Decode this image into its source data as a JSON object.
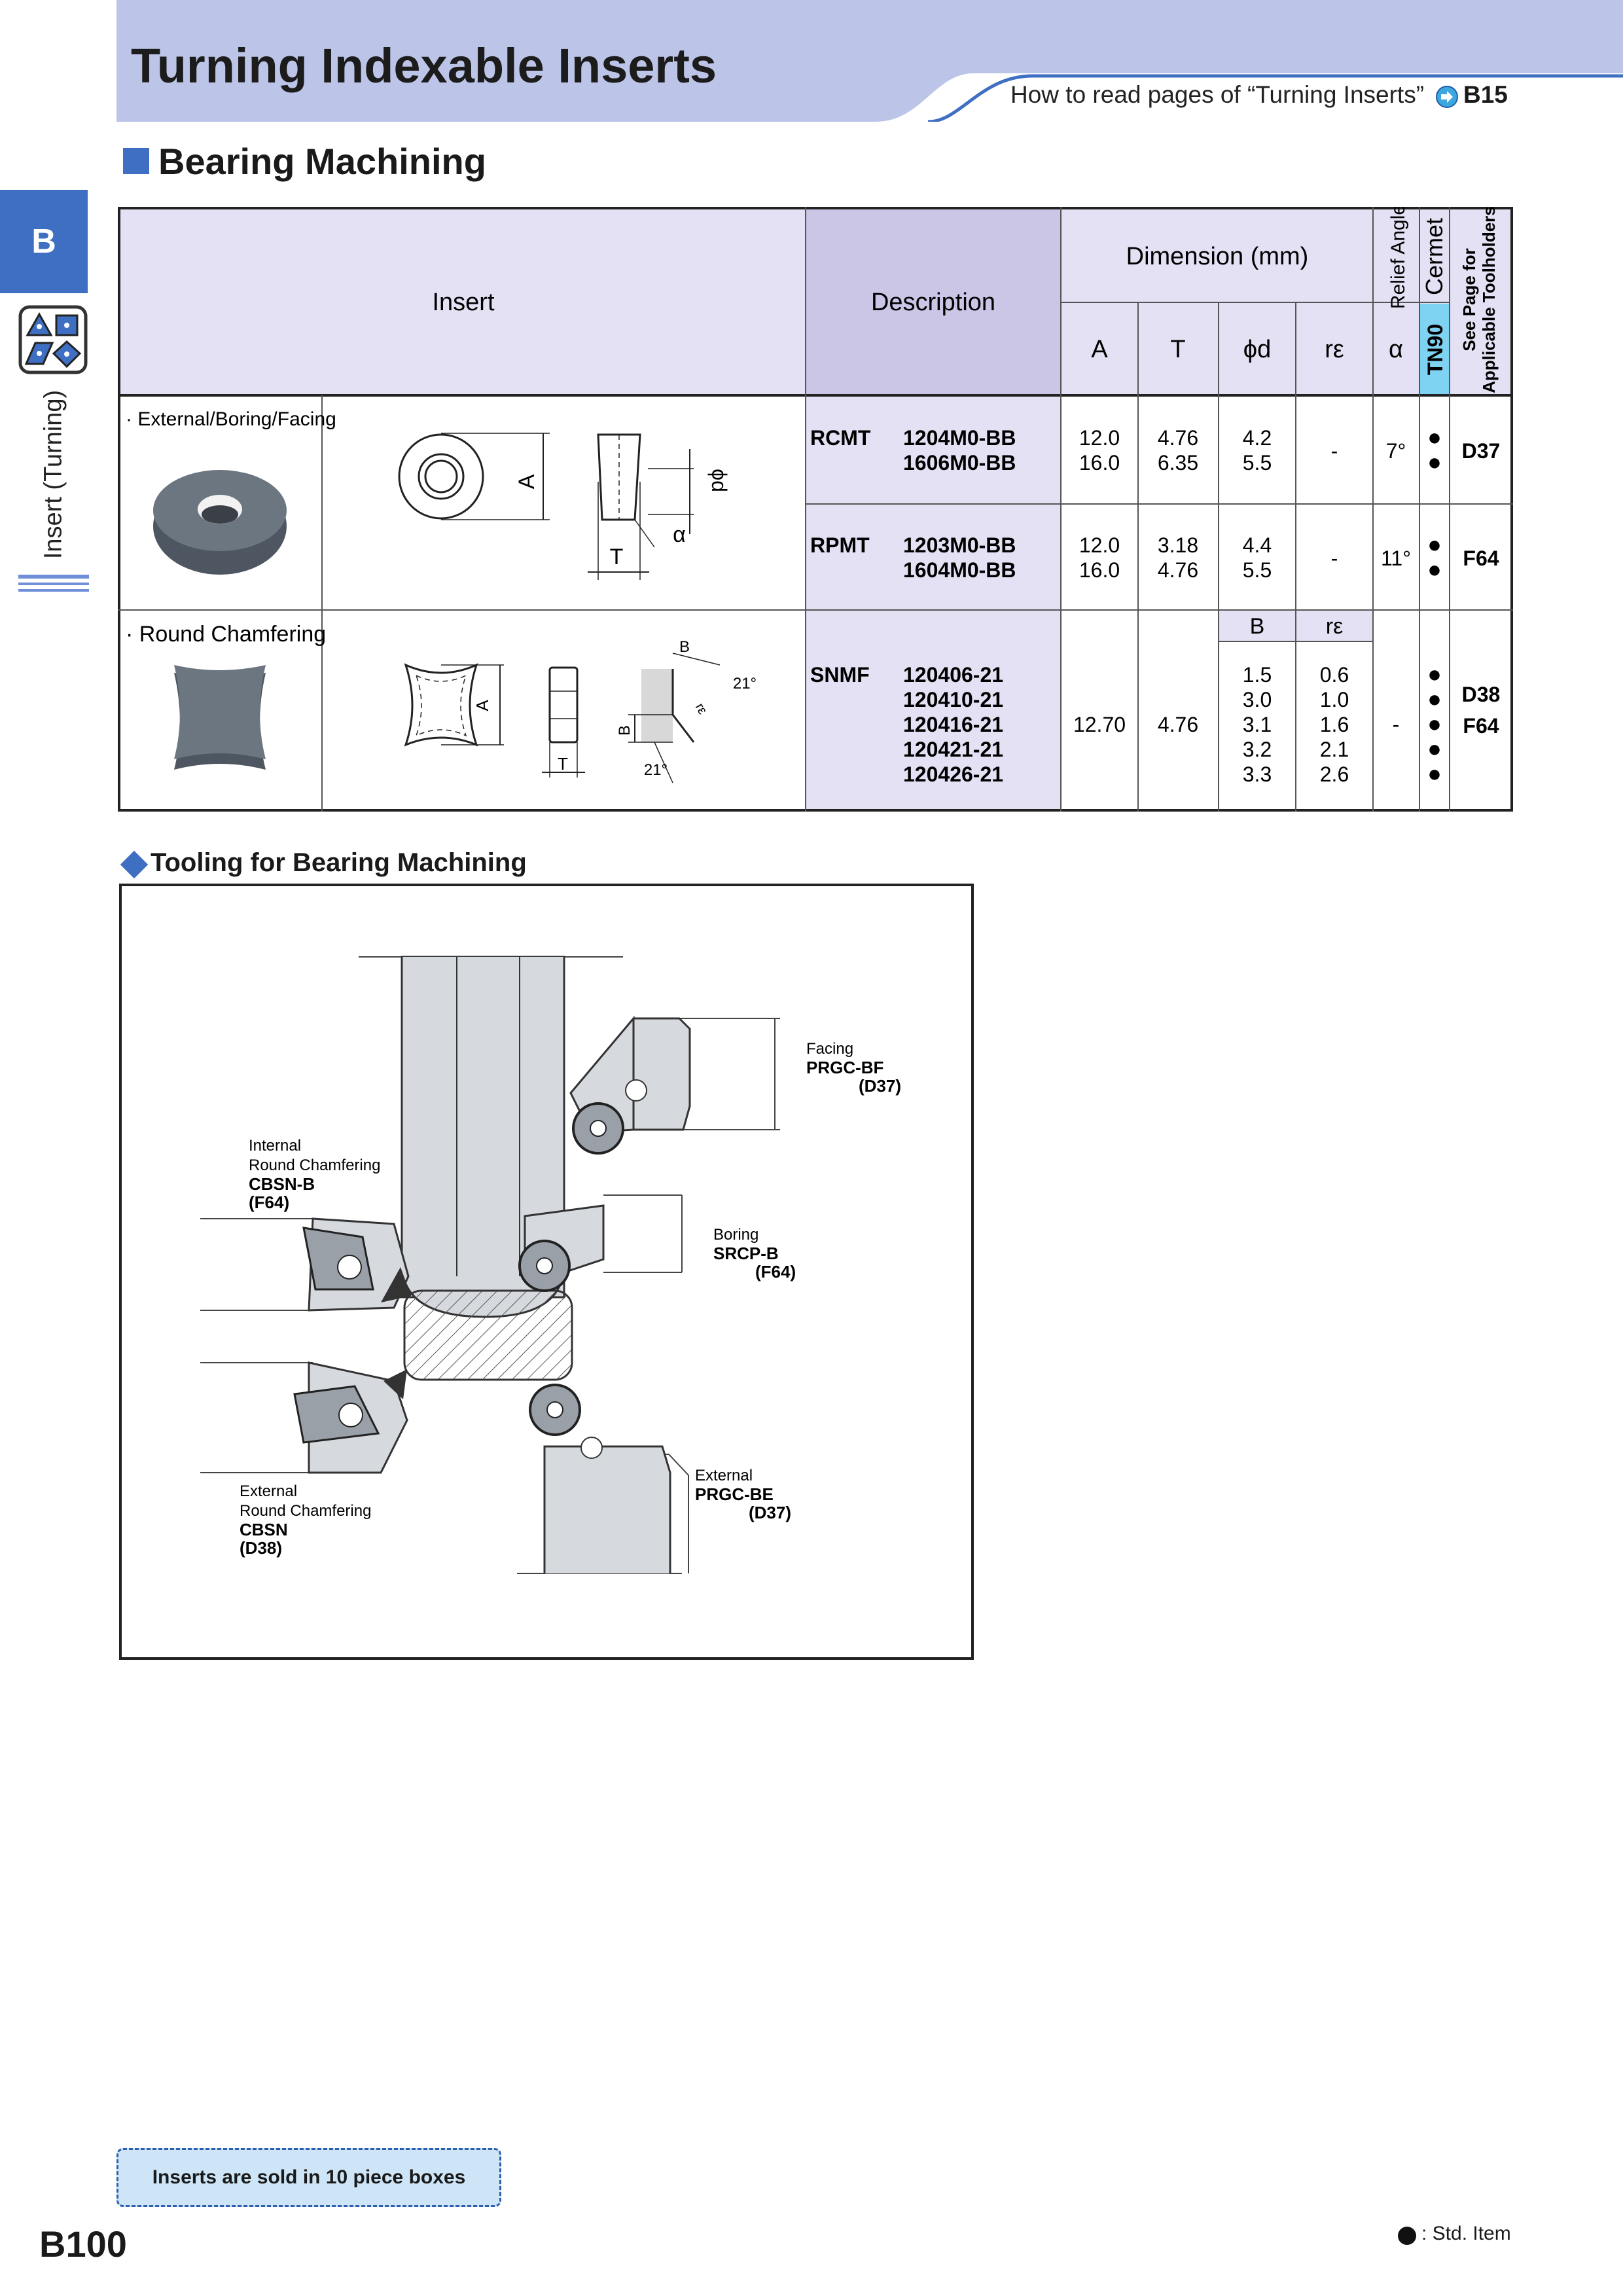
{
  "header": {
    "title": "Turning Indexable Inserts",
    "howto_text": "How to read pages of “Turning Inserts”",
    "howto_ref": "B15"
  },
  "section": {
    "title": "Bearing Machining"
  },
  "tab": {
    "letter": "B",
    "vertical_label": "Insert (Turning)"
  },
  "colors": {
    "accent": "#3f6fc2",
    "header_band": "#bcc5e8",
    "table_header": "#e3e1f3",
    "desc_header": "#cbc5e6",
    "tn90": "#7fd3f2"
  },
  "table": {
    "headers": {
      "insert": "Insert",
      "description": "Description",
      "dimension": "Dimension (mm)",
      "A": "A",
      "T": "T",
      "d": "ϕd",
      "re": "rε",
      "alpha": "α",
      "relief": "Relief Angle",
      "cermet": "Cermet",
      "grade": "TN90",
      "see_page_1": "See Page for",
      "see_page_2": "Applicable Toolholders",
      "B": "B",
      "re2": "rε"
    },
    "groups": [
      {
        "label": "External/Boring/Facing"
      },
      {
        "label": "Round Chamfering"
      }
    ],
    "rows": [
      {
        "series": "RCMT",
        "codes": [
          "1204M0-BB",
          "1606M0-BB"
        ],
        "A": [
          "12.0",
          "16.0"
        ],
        "T": [
          "4.76",
          "6.35"
        ],
        "d": [
          "4.2",
          "5.5"
        ],
        "re": "-",
        "alpha": "7°",
        "stock": [
          "●",
          "●"
        ],
        "page": "D37"
      },
      {
        "series": "RPMT",
        "codes": [
          "1203M0-BB",
          "1604M0-BB"
        ],
        "A": [
          "12.0",
          "16.0"
        ],
        "T": [
          "3.18",
          "4.76"
        ],
        "d": [
          "4.4",
          "5.5"
        ],
        "re": "-",
        "alpha": "11°",
        "stock": [
          "●",
          "●"
        ],
        "page": "F64"
      },
      {
        "series": "SNMF",
        "codes": [
          "120406-21",
          "120410-21",
          "120416-21",
          "120421-21",
          "120426-21"
        ],
        "A": "12.70",
        "T": "4.76",
        "B": [
          "1.5",
          "3.0",
          "3.1",
          "3.2",
          "3.3"
        ],
        "re": [
          "0.6",
          "1.0",
          "1.6",
          "2.1",
          "2.6"
        ],
        "alpha": "-",
        "stock": [
          "●",
          "●",
          "●",
          "●",
          "●"
        ],
        "pages": [
          "D38",
          "F64"
        ]
      }
    ],
    "diagram_labels": {
      "A": "A",
      "T": "T",
      "d": "ϕd",
      "alpha": "α",
      "B": "B",
      "angle": "21°",
      "angle2": "21°",
      "re": "rε"
    }
  },
  "tooling": {
    "title": "Tooling for Bearing Machining",
    "facing": {
      "label": "Facing",
      "holder": "PRGC-BF",
      "page": "(D37)"
    },
    "internal": {
      "label1": "Internal",
      "label2": "Round Chamfering",
      "holder": "CBSN-B",
      "page": "(F64)"
    },
    "boring": {
      "label": "Boring",
      "holder": "SRCP-B",
      "page": "(F64)"
    },
    "external_prgc": {
      "label": "External",
      "holder": "PRGC-BE",
      "page": "(D37)"
    },
    "external_cbsn": {
      "label1": "External",
      "label2": "Round Chamfering",
      "holder": "CBSN",
      "page": "(D38)"
    }
  },
  "footer": {
    "note": "Inserts are sold in 10 piece boxes",
    "page_number": "B100",
    "legend": ": Std. Item"
  }
}
